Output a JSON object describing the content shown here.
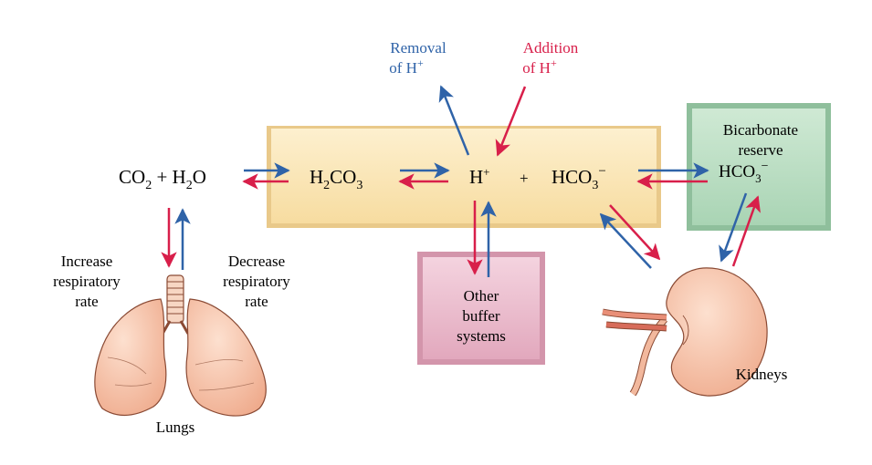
{
  "colors": {
    "blue_arrow": "#2f63a8",
    "red_arrow": "#d81f4a",
    "reaction_box": "#fbe6b4",
    "bicarbonate_box": "#bfe0c7",
    "other_buffer_box": "#ecbfd0",
    "organ_fill": "#f5c6ac",
    "organ_stroke": "#8a4a34"
  },
  "reaction": {
    "co2_h2o": {
      "a": "CO",
      "a_sub": "2",
      "plus": " + H",
      "b_sub": "2",
      "b_end": "O"
    },
    "h2co3": {
      "a": "H",
      "a_sub": "2",
      "b": "CO",
      "b_sub": "3"
    },
    "h_ion": {
      "base": "H",
      "sup": "+"
    },
    "plus": "+",
    "hco3": {
      "base": "HCO",
      "sub": "3",
      "sup": "−"
    }
  },
  "removal": {
    "line1": "Removal",
    "line2": "of H",
    "sup": "+"
  },
  "addition": {
    "line1": "Addition",
    "line2": "of H",
    "sup": "+"
  },
  "bicarbonate_reserve": {
    "line1": "Bicarbonate",
    "line2": "reserve",
    "line3_base": "HCO",
    "line3_sub": "3",
    "line3_sup": "−"
  },
  "other_buffer": {
    "line1": "Other",
    "line2": "buffer",
    "line3": "systems"
  },
  "increase_resp": {
    "line1": "Increase",
    "line2": "respiratory",
    "line3": "rate"
  },
  "decrease_resp": {
    "line1": "Decrease",
    "line2": "respiratory",
    "line3": "rate"
  },
  "lungs_label": "Lungs",
  "kidneys_label": "Kidneys",
  "icons": [
    "lungs-icon",
    "kidney-icon"
  ]
}
